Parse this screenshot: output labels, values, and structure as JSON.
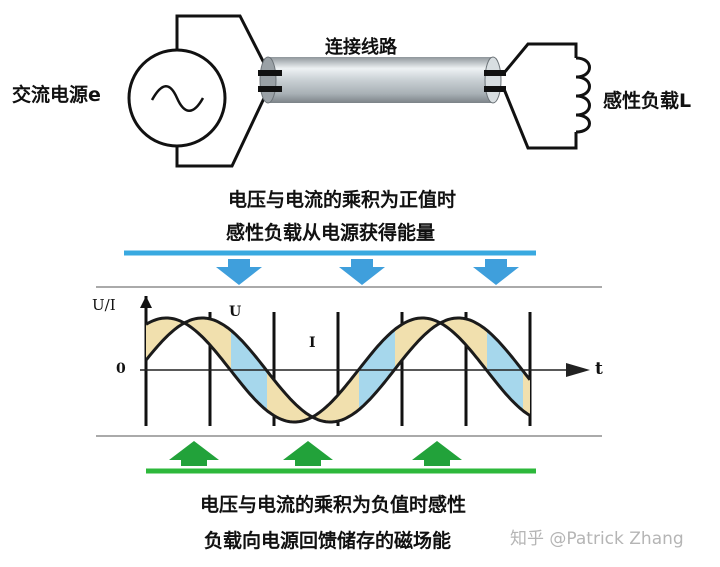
{
  "circuit": {
    "source_label": "交流电源e",
    "line_label": "连接线路",
    "load_label": "感性负载L"
  },
  "top_caption": {
    "line1": "电压与电流的乘积为正值时",
    "line2": "感性负载从电源获得能量"
  },
  "chart": {
    "y_axis_label": "U/I",
    "x_axis_label": "t",
    "origin_label": "0",
    "voltage_label": "U",
    "current_label": "I"
  },
  "bottom_caption": {
    "line1": "电压与电流的乘积为负值时感性",
    "line2": "负载向电源回馈储存的磁场能"
  },
  "watermark": "知乎 @Patrick Zhang",
  "colors": {
    "top_bar": "#39a9e0",
    "down_arrow": "#3f9fdc",
    "bottom_bar": "#2db83b",
    "up_arrow": "#22a23a",
    "positive_fill": "#f1e0ae",
    "negative_fill": "#a6d7ec",
    "curve": "#1b1b1b"
  }
}
